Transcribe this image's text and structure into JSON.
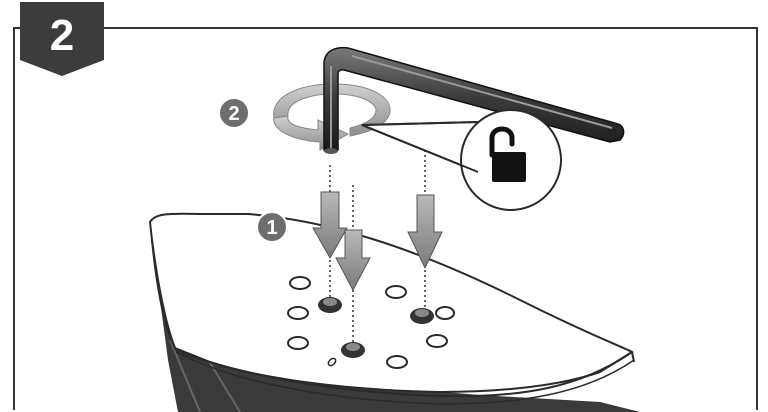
{
  "step": {
    "number": "2"
  },
  "callouts": [
    {
      "number": "1"
    },
    {
      "number": "2"
    }
  ],
  "icons": {
    "unlock": "padlock-open-icon",
    "rotate": "counter-clockwise-rotation-icon",
    "allen_key": "hex-key-icon"
  },
  "colors": {
    "badge": "#3c3c3c",
    "callout": "#6e6e6e",
    "arrow": "#8a8a8a",
    "line": "#2a2a2a"
  }
}
